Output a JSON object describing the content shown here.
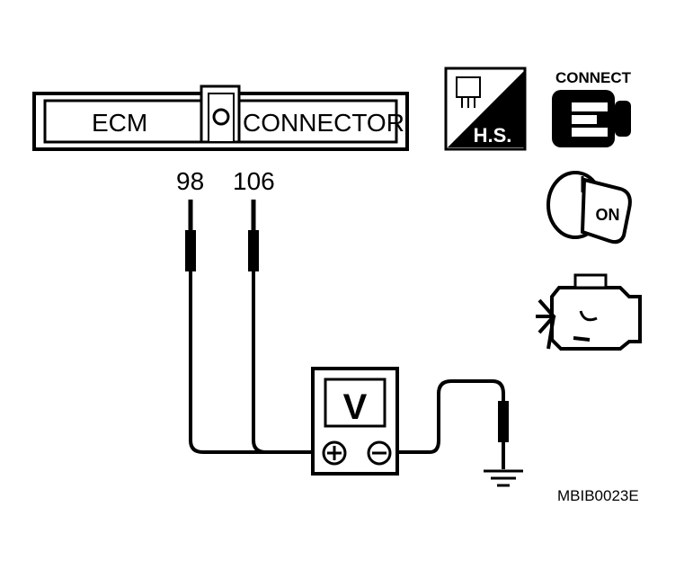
{
  "connector": {
    "left_label": "ECM",
    "right_label": "CONNECTOR"
  },
  "terminals": {
    "left": "98",
    "right": "106"
  },
  "meter": {
    "display": "V",
    "positive_symbol": "⊕",
    "negative_symbol": "⊖"
  },
  "icons": {
    "harness_side_label": "H.S.",
    "connect_label": "CONNECT",
    "ignition_label": "ON"
  },
  "figure_id": "MBIB0023E"
}
